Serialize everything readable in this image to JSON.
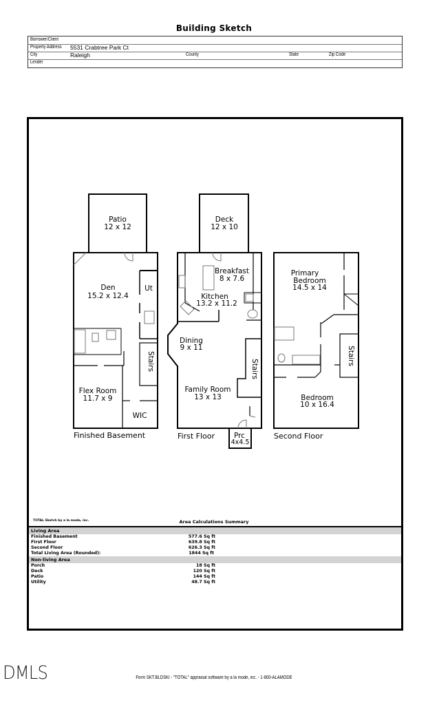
{
  "document": {
    "title": "Building Sketch"
  },
  "header": {
    "borrower_label": "Borrower/Client",
    "borrower_value": "",
    "address_label": "Property Address",
    "address_value": "5531 Crabtree Park Ct",
    "city_label": "City",
    "city_value": "Raleigh",
    "county_label": "County",
    "state_label": "State",
    "zip_label": "Zip Code",
    "lender_label": "Lender",
    "lender_value": ""
  },
  "sketch": {
    "basement": {
      "label": "Finished Basement",
      "rooms": [
        {
          "name": "Patio",
          "dims": "12 x 12"
        },
        {
          "name": "Den",
          "dims": "15.2 x 12.4"
        },
        {
          "name": "Ut",
          "dims": ""
        },
        {
          "name": "Stairs",
          "dims": ""
        },
        {
          "name": "Flex Room",
          "dims": "11.7 x 9"
        },
        {
          "name": "WIC",
          "dims": ""
        }
      ]
    },
    "first_floor": {
      "label": "First Floor",
      "rooms": [
        {
          "name": "Deck",
          "dims": "12 x 10"
        },
        {
          "name": "Breakfast",
          "dims": "8 x 7.6"
        },
        {
          "name": "Kitchen",
          "dims": "13.2 x 11.2"
        },
        {
          "name": "Dining",
          "dims": "9 x 11"
        },
        {
          "name": "Stairs",
          "dims": ""
        },
        {
          "name": "Family Room",
          "dims": "13 x 13"
        },
        {
          "name": "Prc",
          "dims": "4x4.5"
        }
      ]
    },
    "second_floor": {
      "label": "Second Floor",
      "rooms": [
        {
          "name": "Primary",
          "name2": "Bedroom",
          "dims": "14.5 x 14"
        },
        {
          "name": "Stairs",
          "dims": ""
        },
        {
          "name": "Bedroom",
          "dims": "10 x 16.4"
        }
      ]
    }
  },
  "summary": {
    "credit": "TOTAL Sketch by a la mode, inc.",
    "title": "Area Calculations Summary",
    "living_header": "Living Area",
    "living": [
      {
        "label": "Finished Basement",
        "value": "577.6 Sq ft"
      },
      {
        "label": "First Floor",
        "value": "639.8 Sq ft"
      },
      {
        "label": "Second Floor",
        "value": "626.3 Sq ft"
      },
      {
        "label": "Total Living Area (Rounded):",
        "value": "1844 Sq ft"
      }
    ],
    "nonliving_header": "Non-living Area",
    "nonliving": [
      {
        "label": "Porch",
        "value": "18 Sq ft"
      },
      {
        "label": "Deck",
        "value": "120 Sq ft"
      },
      {
        "label": "Patio",
        "value": "144 Sq ft"
      },
      {
        "label": "Utility",
        "value": "48.7 Sq ft"
      }
    ]
  },
  "footer": {
    "form_text": "Form SKT.BLDSKI - \"TOTAL\" appraisal software by a la mode, inc. - 1-800-ALAMODE",
    "logo": "DMLS"
  }
}
